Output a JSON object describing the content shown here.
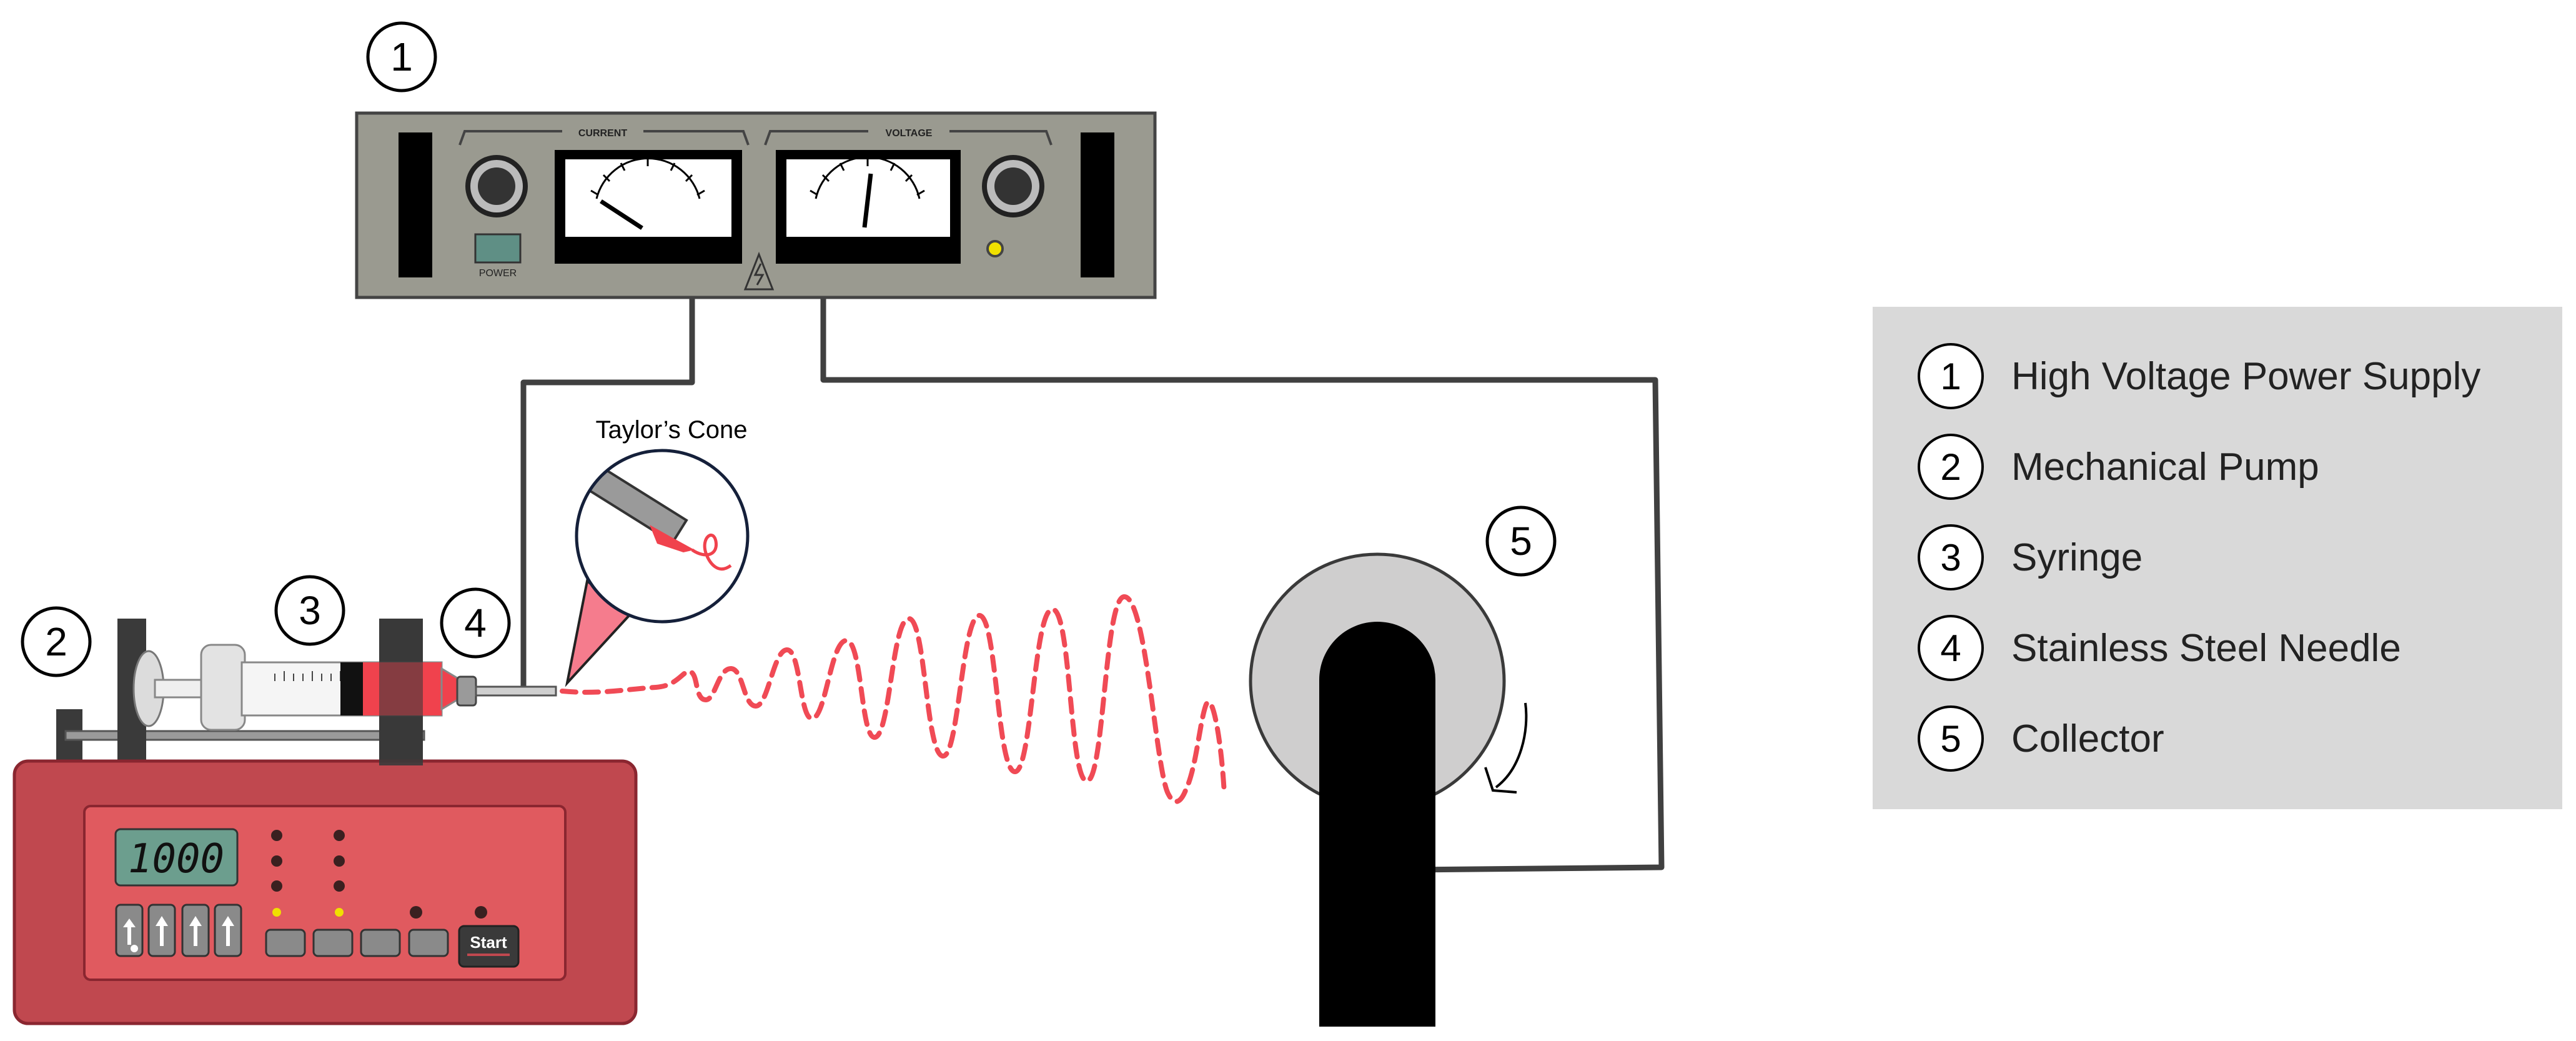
{
  "diagram": {
    "labels": {
      "current": "CURRENT",
      "voltage": "VOLTAGE",
      "power": "POWER",
      "taylor_cone": "Taylor’s Cone",
      "pump_display": "1000",
      "start": "Start"
    },
    "callouts": [
      "1",
      "2",
      "3",
      "4",
      "5"
    ],
    "colors": {
      "power_supply_body": "#9a9a90",
      "pump_body": "#c0484f",
      "pump_panel": "#e05a5f",
      "display": "#6c9e8e",
      "fluid": "#f0424d",
      "jet": "#f04a55",
      "cone": "#f57c8d",
      "collector_disc": "#cfcece",
      "indicator": "#f0e000"
    },
    "icons": [
      "high-voltage-icon",
      "rotation-arrow-icon",
      "up-arrow-icon"
    ]
  },
  "legend": {
    "items": [
      {
        "num": "1",
        "label": "High Voltage Power Supply"
      },
      {
        "num": "2",
        "label": "Mechanical Pump"
      },
      {
        "num": "3",
        "label": "Syringe"
      },
      {
        "num": "4",
        "label": "Stainless Steel Needle"
      },
      {
        "num": "5",
        "label": "Collector"
      }
    ]
  }
}
